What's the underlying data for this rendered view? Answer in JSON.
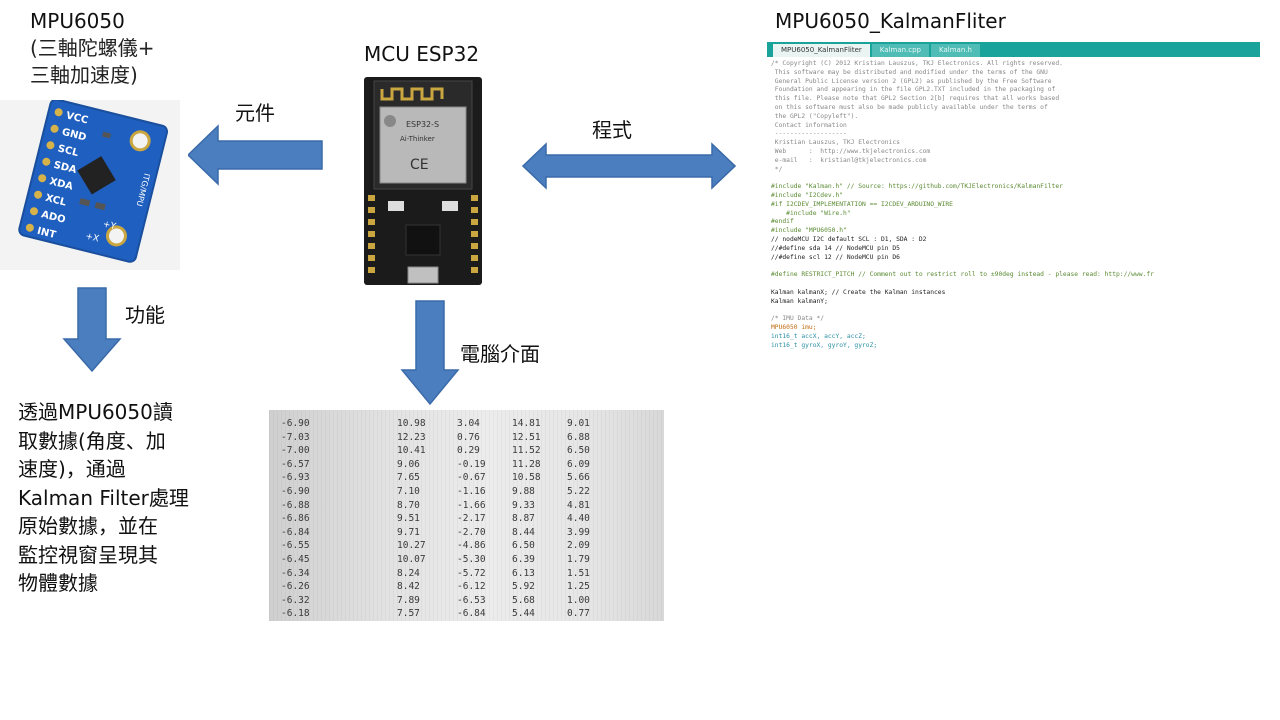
{
  "sensor": {
    "title": "MPU6050",
    "subtitle_line1": "(三軸陀螺儀+",
    "subtitle_line2": "三軸加速度)",
    "pins": [
      "VCC",
      "GND",
      "SCL",
      "SDA",
      "XDA",
      "XCL",
      "ADO",
      "INT"
    ],
    "chip_label": "ITG/MPU",
    "axis_labels": [
      "+Y",
      "+X"
    ]
  },
  "mcu": {
    "title": "MCU ESP32",
    "module_text_line1": "ESP32-S",
    "module_text_line2": "Ai-Thinker",
    "module_text_line3": "CE"
  },
  "code": {
    "title": "MPU6050_KalmanFliter",
    "tabs": [
      "MPU6050_KalmanFliter",
      "Kalman.cpp",
      "Kalman.h"
    ],
    "lines": [
      {
        "t": "/* Copyright (C) 2012 Kristian Lauszus, TKJ Electronics. All rights reserved.",
        "c": "c-comment"
      },
      {
        "t": " This software may be distributed and modified under the terms of the GNU",
        "c": "c-comment"
      },
      {
        "t": " General Public License version 2 (GPL2) as published by the Free Software",
        "c": "c-comment"
      },
      {
        "t": " Foundation and appearing in the file GPL2.TXT included in the packaging of",
        "c": "c-comment"
      },
      {
        "t": " this file. Please note that GPL2 Section 2[b] requires that all works based",
        "c": "c-comment"
      },
      {
        "t": " on this software must also be made publicly available under the terms of",
        "c": "c-comment"
      },
      {
        "t": " the GPL2 (\"Copyleft\").",
        "c": "c-comment"
      },
      {
        "t": " Contact information",
        "c": "c-comment"
      },
      {
        "t": " -------------------",
        "c": "c-comment"
      },
      {
        "t": " Kristian Lauszus, TKJ Electronics",
        "c": "c-comment"
      },
      {
        "t": " Web      :  http://www.tkjelectronics.com",
        "c": "c-comment"
      },
      {
        "t": " e-mail   :  kristianl@tkjelectronics.com",
        "c": "c-comment"
      },
      {
        "t": " */",
        "c": "c-comment"
      },
      {
        "t": "",
        "c": ""
      },
      {
        "t": "#include \"Kalman.h\" // Source: https://github.com/TKJElectronics/KalmanFilter",
        "c": "c-pre"
      },
      {
        "t": "#include \"I2Cdev.h\"",
        "c": "c-pre"
      },
      {
        "t": "#if I2CDEV_IMPLEMENTATION == I2CDEV_ARDUINO_WIRE",
        "c": "c-pre"
      },
      {
        "t": "    #include \"Wire.h\"",
        "c": "c-pre"
      },
      {
        "t": "#endif",
        "c": "c-pre"
      },
      {
        "t": "#include \"MPU6050.h\"",
        "c": "c-pre"
      },
      {
        "t": "// nodeMCU I2C default SCL : D1, SDA : D2",
        "c": ""
      },
      {
        "t": "//#define sda 14 // NodeMCU pin D5",
        "c": ""
      },
      {
        "t": "//#define scl 12 // NodeMCU pin D6",
        "c": ""
      },
      {
        "t": "",
        "c": ""
      },
      {
        "t": "#define RESTRICT_PITCH // Comment out to restrict roll to ±90deg instead - please read: http://www.fr",
        "c": "c-pre"
      },
      {
        "t": "",
        "c": ""
      },
      {
        "t": "Kalman kalmanX; // Create the Kalman instances",
        "c": ""
      },
      {
        "t": "Kalman kalmanY;",
        "c": ""
      },
      {
        "t": "",
        "c": ""
      },
      {
        "t": "/* IMU Data */",
        "c": "c-comment"
      },
      {
        "t": "MPU6050 imu;",
        "c": "c-kw"
      },
      {
        "t": "int16_t accX, accY, accZ;",
        "c": "c-type"
      },
      {
        "t": "int16_t gyroX, gyroY, gyroZ;",
        "c": "c-type"
      }
    ]
  },
  "arrows": {
    "component_label": "元件",
    "program_label": "程式",
    "function_label": "功能",
    "pc_interface_label": "電腦介面"
  },
  "description_lines": [
    "透過MPU6050讀",
    "取數據(角度、加",
    "速度)，通過",
    "Kalman Filter處理",
    "原始數據，並在",
    "監控視窗呈現其",
    "物體數據"
  ],
  "data_table": [
    [
      "-6.90",
      "10.98",
      "3.04",
      "14.81",
      "9.01"
    ],
    [
      "-7.03",
      "12.23",
      "0.76",
      "12.51",
      "6.88"
    ],
    [
      "-7.00",
      "10.41",
      "0.29",
      "11.52",
      "6.50"
    ],
    [
      "-6.57",
      "9.06",
      "-0.19",
      "11.28",
      "6.09"
    ],
    [
      "-6.93",
      "7.65",
      "-0.67",
      "10.58",
      "5.66"
    ],
    [
      "-6.90",
      "7.10",
      "-1.16",
      "9.88",
      "5.22"
    ],
    [
      "-6.88",
      "8.70",
      "-1.66",
      "9.33",
      "4.81"
    ],
    [
      "-6.86",
      "9.51",
      "-2.17",
      "8.87",
      "4.40"
    ],
    [
      "-6.84",
      "9.71",
      "-2.70",
      "8.44",
      "3.99"
    ],
    [
      "-6.55",
      "10.27",
      "-4.86",
      "6.50",
      "2.09"
    ],
    [
      "-6.45",
      "10.07",
      "-5.30",
      "6.39",
      "1.79"
    ],
    [
      "-6.34",
      "8.24",
      "-5.72",
      "6.13",
      "1.51"
    ],
    [
      "-6.26",
      "8.42",
      "-6.12",
      "5.92",
      "1.25"
    ],
    [
      "-6.32",
      "7.89",
      "-6.53",
      "5.68",
      "1.00"
    ],
    [
      "-6.18",
      "7.57",
      "-6.84",
      "5.44",
      "0.77"
    ]
  ],
  "colors": {
    "arrow_fill": "#4a7ebf",
    "arrow_stroke": "#3a6aa8",
    "board_blue": "#1f5fbf",
    "tab_bar": "#1aa39a"
  }
}
